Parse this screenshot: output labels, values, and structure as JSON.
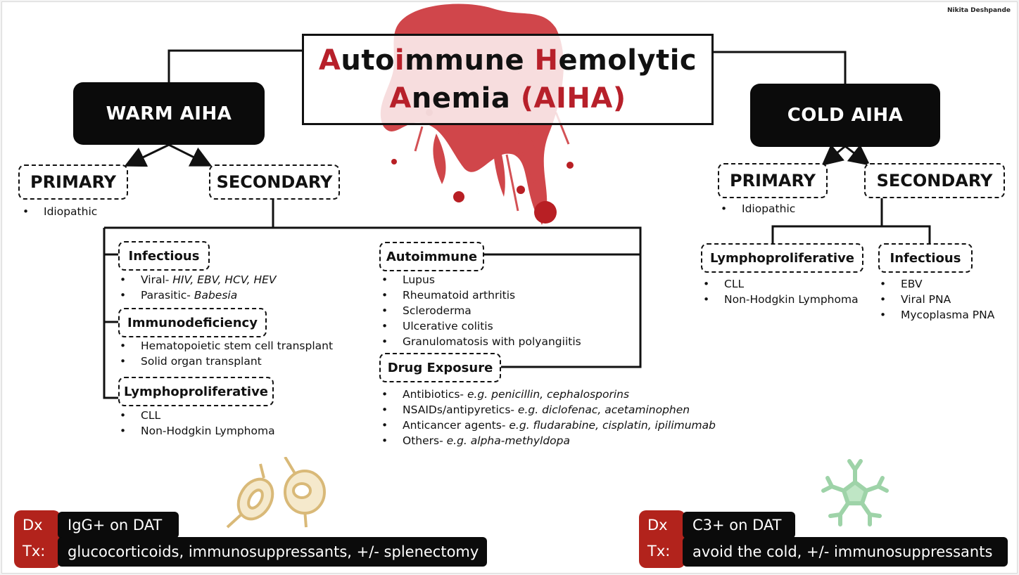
{
  "author": "Nikita Deshpande",
  "title": {
    "line1": [
      {
        "t": "A",
        "red": true
      },
      {
        "t": "uto",
        "red": false
      },
      {
        "t": "i",
        "red": true
      },
      {
        "t": "mmune ",
        "red": false
      },
      {
        "t": "H",
        "red": true
      },
      {
        "t": "emolytic",
        "red": false
      }
    ],
    "line2": [
      {
        "t": "A",
        "red": true
      },
      {
        "t": "nemia ",
        "red": false
      },
      {
        "t": "(AIHA)",
        "red": true
      }
    ]
  },
  "warm": {
    "label": "WARM AIHA",
    "primary": {
      "label": "PRIMARY",
      "items": [
        "Idiopathic"
      ]
    },
    "secondary": {
      "label": "SECONDARY",
      "infectious": {
        "label": "Infectious",
        "items": [
          {
            "text": "Viral- ",
            "italic": "HIV, EBV, HCV, HEV"
          },
          {
            "text": "Parasitic- ",
            "italic": "Babesia"
          }
        ]
      },
      "immunodeficiency": {
        "label": "Immunodeficiency",
        "items": [
          {
            "text": "Hematopoietic stem cell transplant",
            "italic": ""
          },
          {
            "text": "Solid organ transplant",
            "italic": ""
          }
        ]
      },
      "lymphoproliferative": {
        "label": "Lymphoproliferative",
        "items": [
          {
            "text": "CLL",
            "italic": ""
          },
          {
            "text": "Non-Hodgkin Lymphoma",
            "italic": ""
          }
        ]
      },
      "autoimmune": {
        "label": "Autoimmune",
        "items": [
          {
            "text": "Lupus",
            "italic": ""
          },
          {
            "text": "Rheumatoid arthritis",
            "italic": ""
          },
          {
            "text": "Scleroderma",
            "italic": ""
          },
          {
            "text": "Ulcerative colitis",
            "italic": ""
          },
          {
            "text": "Granulomatosis with polyangiitis",
            "italic": ""
          }
        ]
      },
      "drug": {
        "label": "Drug Exposure",
        "items": [
          {
            "text": "Antibiotics- ",
            "italic": "e.g. penicillin, cephalosporins"
          },
          {
            "text": "NSAIDs/antipyretics- ",
            "italic": "e.g. diclofenac, acetaminophen"
          },
          {
            "text": "Anticancer agents- ",
            "italic": "e.g. fludarabine, cisplatin, ipilimumab"
          },
          {
            "text": "Others- ",
            "italic": "e.g. alpha-methyldopa"
          }
        ]
      }
    },
    "dx_label": "Dx",
    "tx_label": "Tx:",
    "dx": "IgG+ on DAT",
    "tx": "glucocorticoids, immunosuppressants, +/- splenectomy"
  },
  "cold": {
    "label": "COLD AIHA",
    "primary": {
      "label": "PRIMARY",
      "items": [
        "Idiopathic"
      ]
    },
    "secondary": {
      "label": "SECONDARY",
      "lymphoproliferative": {
        "label": "Lymphoproliferative",
        "items": [
          {
            "text": "CLL",
            "italic": ""
          },
          {
            "text": "Non-Hodgkin Lymphoma",
            "italic": ""
          }
        ]
      },
      "infectious": {
        "label": "Infectious",
        "items": [
          {
            "text": "EBV",
            "italic": ""
          },
          {
            "text": "Viral PNA",
            "italic": ""
          },
          {
            "text": "Mycoplasma PNA",
            "italic": ""
          }
        ]
      }
    },
    "dx_label": "Dx",
    "tx_label": "Tx:",
    "dx": "C3+ on DAT",
    "tx": "avoid the cold, +/- immunosuppressants"
  },
  "colors": {
    "accent_red": "#b7202a",
    "box_black": "#0b0b0b",
    "dx_red": "#b2231c"
  },
  "decor": {
    "background": "blood-splatter",
    "warm_icon": "red-blood-cell-icon",
    "cold_icon": "complement-antibody-icon"
  }
}
